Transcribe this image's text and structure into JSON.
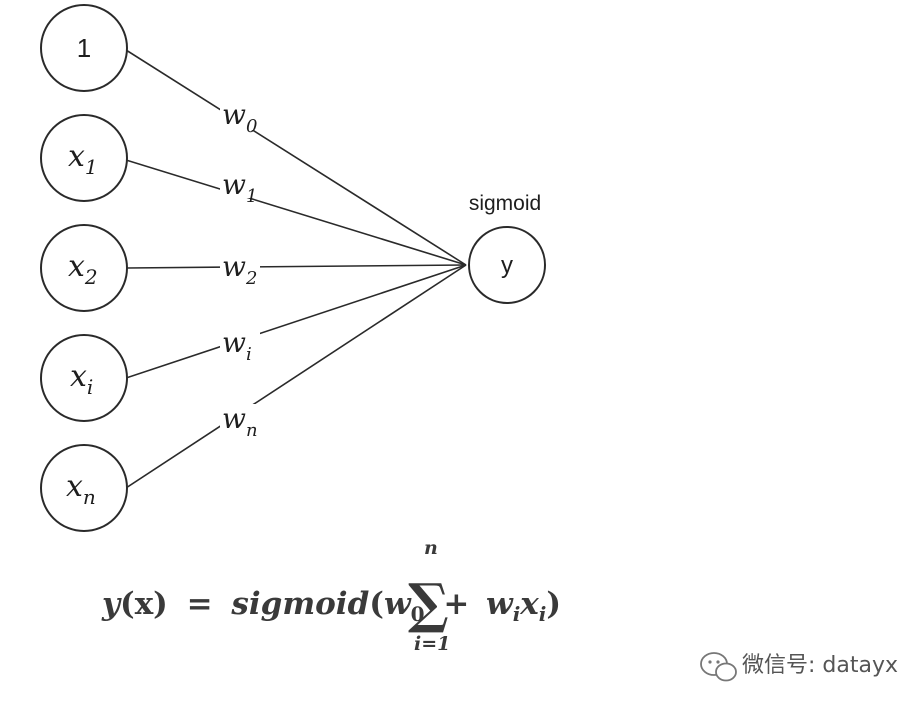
{
  "diagram": {
    "bias_input": {
      "label": "1"
    },
    "inputs": [
      {
        "var": "x",
        "sub": "1",
        "weight_var": "w",
        "weight_sub": "1"
      },
      {
        "var": "x",
        "sub": "2",
        "weight_var": "w",
        "weight_sub": "2"
      },
      {
        "var": "x",
        "sub": "i",
        "weight_var": "w",
        "weight_sub": "i"
      },
      {
        "var": "x",
        "sub": "n",
        "weight_var": "w",
        "weight_sub": "n"
      }
    ],
    "bias_weight": {
      "var": "w",
      "sub": "0"
    },
    "output": {
      "label": "y",
      "activation_label": "sigmoid"
    }
  },
  "formula": {
    "lhs_var": "y",
    "lhs_arg": "x",
    "equals": "=",
    "func": "sigmoid",
    "w0": "w",
    "w0_sub": "0",
    "plus": "+",
    "sum_symbol": "∑",
    "sum_upper": "n",
    "sum_lower": "i=1",
    "term_w": "w",
    "term_w_sub": "i",
    "term_x": "x",
    "term_x_sub": "i"
  },
  "watermark": {
    "icon": "wechat-icon",
    "text": "微信号: datayx"
  }
}
